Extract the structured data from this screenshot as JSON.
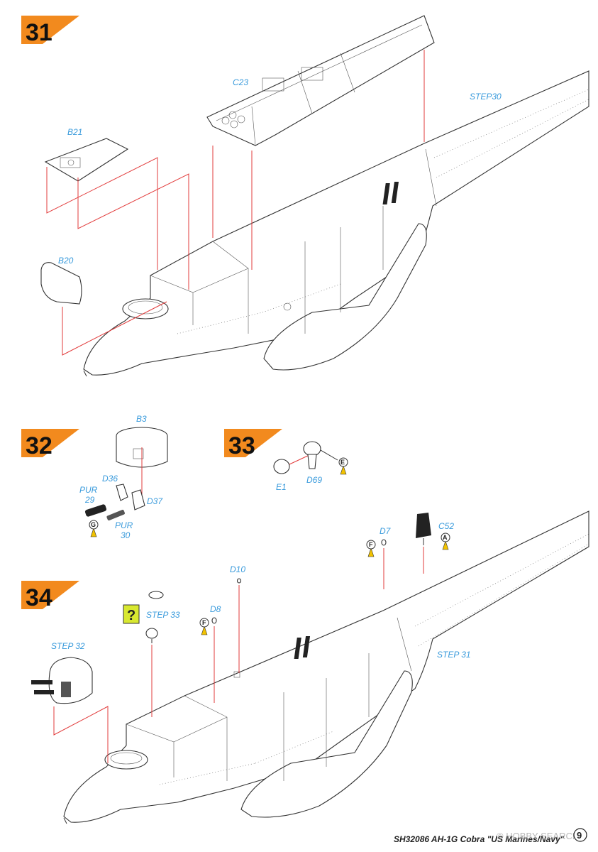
{
  "steps": {
    "s31": {
      "number": "31",
      "labels": {
        "c23": "C23",
        "step30": "STEP30",
        "b21": "B21",
        "b20": "B20"
      }
    },
    "s32": {
      "number": "32",
      "labels": {
        "b3": "B3",
        "d36": "D36",
        "pur29a": "PUR",
        "pur29b": "29",
        "d37": "D37",
        "pur30a": "PUR",
        "pur30b": "30",
        "paint": "G"
      }
    },
    "s33": {
      "number": "33",
      "labels": {
        "e1": "E1",
        "d69": "D69",
        "paint": "E"
      }
    },
    "s34": {
      "number": "34",
      "labels": {
        "d7": "D7",
        "c52": "C52",
        "d10": "D10",
        "step33": "STEP 33",
        "d8": "D8",
        "step32": "STEP 32",
        "step31": "STEP 31",
        "paint_f1": "F",
        "paint_a": "A",
        "paint_f2": "F",
        "query": "?"
      }
    }
  },
  "footer": {
    "text": "SH32086  AH-1G Cobra \"US Marines/Navy\"",
    "page": "9"
  },
  "watermark": "© HOBBY SEARCH",
  "colors": {
    "step_flag": "#f28a1e",
    "label": "#3a9bdc",
    "guide": "#e23b3b",
    "query_box": "#d8e830"
  },
  "icons": [
    "query-icon",
    "paint-callout-icon"
  ]
}
